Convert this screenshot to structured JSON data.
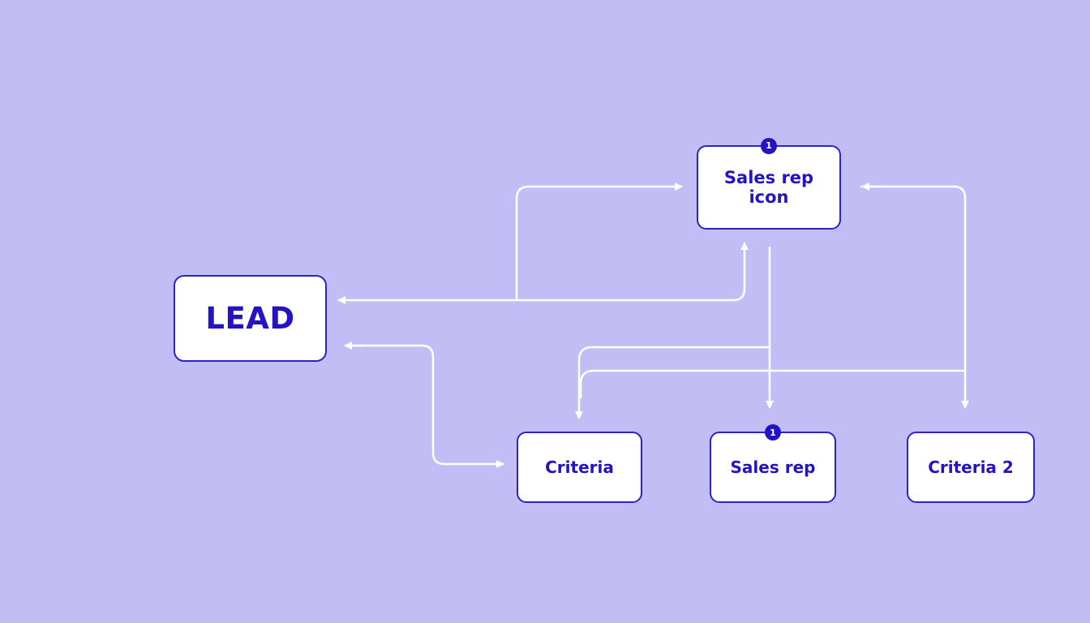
{
  "diagram": {
    "background_color": "#c3bdf6",
    "node_border_color": "#2e22c9",
    "node_text_color": "#2413c4",
    "edge_color": "#ffffff",
    "nodes": {
      "lead": {
        "label": "LEAD"
      },
      "sales_rep_icon": {
        "label": "Sales rep\nicon",
        "badge": "1"
      },
      "criteria": {
        "label": "Criteria"
      },
      "sales_rep": {
        "label": "Sales rep",
        "badge": "1"
      },
      "criteria_2": {
        "label": "Criteria 2"
      }
    }
  }
}
